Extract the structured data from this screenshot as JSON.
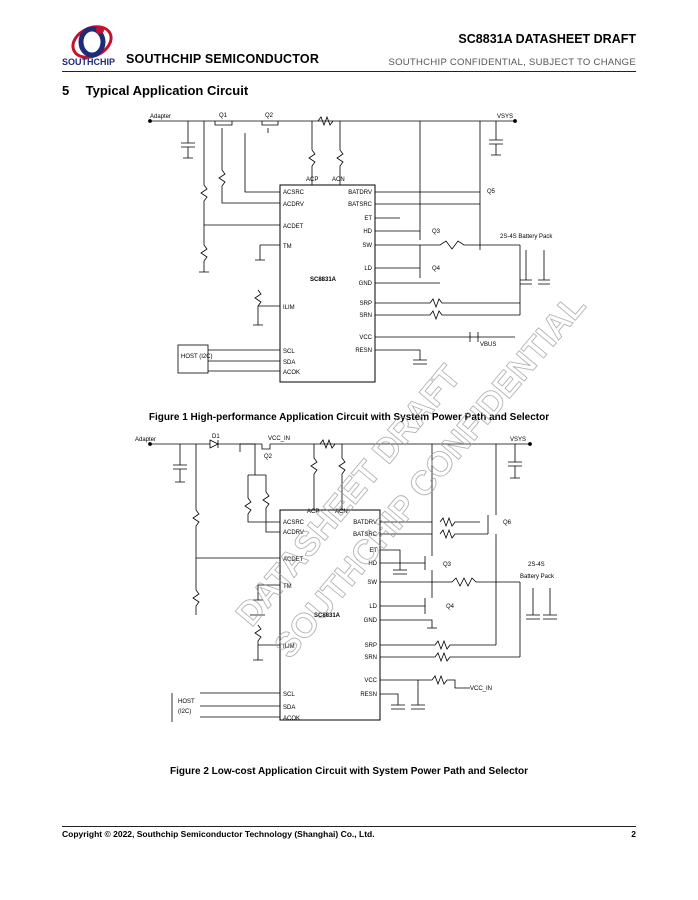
{
  "header": {
    "logo_text": "SOUTHCHIP",
    "company": "SOUTHCHIP SEMICONDUCTOR",
    "doc_title": "SC8831A DATASHEET DRAFT",
    "confidential": "SOUTHCHIP CONFIDENTIAL, SUBJECT TO CHANGE"
  },
  "section": {
    "number": "5",
    "title": "Typical Application Circuit"
  },
  "figure1": {
    "caption": "Figure 1 High-performance Application Circuit with System Power Path and Selector",
    "labels": {
      "adapter": "Adapter",
      "vsys": "VSYS",
      "chip": "SC8831A",
      "pack": "2S-4S\nBattery Pack",
      "q1": "Q1",
      "q2": "Q2",
      "q5": "Q5",
      "q3": "Q3",
      "q4": "Q4",
      "host": "HOST\n(I2C)",
      "vbus": "VBUS",
      "acp": "ACP",
      "acn": "ACN"
    },
    "left_pins": [
      "ACSRC",
      "ACDRV",
      "ACDET",
      "TM",
      "ILIM",
      "SCL",
      "SDA",
      "ACOK"
    ],
    "right_pins": [
      "BATDRV",
      "BATSRC",
      "ET",
      "HD",
      "SW",
      "LD",
      "GND",
      "SRP",
      "SRN",
      "VCC",
      "RESN"
    ]
  },
  "figure2": {
    "caption": "Figure 2 Low-cost Application Circuit with System Power Path and Selector",
    "labels": {
      "adapter": "Adapter",
      "d1": "D1",
      "vcc_in": "VCC_IN",
      "q2": "Q2",
      "vsys": "VSYS",
      "acp": "ACP",
      "acn": "ACN",
      "chip": "SC8831A",
      "q6": "Q6",
      "q3": "Q3",
      "q4": "Q4",
      "pack_top": "2S-4S",
      "pack_bottom": "Battery Pack",
      "host_top": "HOST",
      "host_bottom": "(I2C)",
      "vcc_in2": "VCC_IN"
    },
    "left_pins": [
      "ACSRC",
      "ACDRV",
      "ACDET",
      "TM",
      "ILIM",
      "SCL",
      "SDA",
      "ACOK"
    ],
    "right_pins": [
      "BATDRV",
      "BATSRC",
      "ET",
      "HD",
      "SW",
      "LD",
      "GND",
      "SRP",
      "SRN",
      "VCC",
      "RESN"
    ]
  },
  "watermark": [
    "DATASHEET DRAFT",
    "SOUTHCHIP CONFIDENTIAL"
  ],
  "footer": {
    "copyright": "Copyright © 2022, Southchip Semiconductor Technology (Shanghai) Co., Ltd.",
    "page": "2"
  }
}
